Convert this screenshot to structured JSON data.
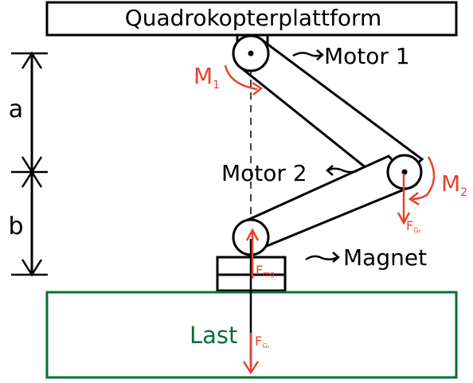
{
  "platform": {
    "label": "Quadrokopterplattform"
  },
  "motor1": {
    "label": "Motor 1"
  },
  "motor2": {
    "label": "Motor 2"
  },
  "magnet": {
    "label": "Magnet"
  },
  "load": {
    "label": "Last"
  },
  "dimensions": {
    "a": "a",
    "b": "b"
  },
  "moments": {
    "m1": {
      "main": "M",
      "sub": "1"
    },
    "m2": {
      "main": "M",
      "sub": "2"
    }
  },
  "forces": {
    "fg2": {
      "main": "F",
      "sub": "G₂"
    },
    "fmg": {
      "main": "F",
      "sub": "mg"
    },
    "fg1": {
      "main": "F",
      "sub": "G₁"
    }
  },
  "colors": {
    "ink": "#000000",
    "annotation": "#e8412d",
    "load_green": "#0a6e35"
  }
}
